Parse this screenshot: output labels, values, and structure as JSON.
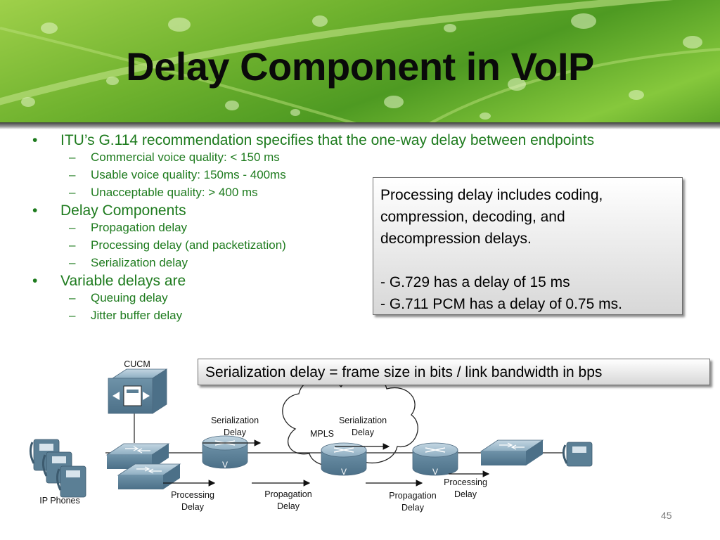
{
  "slide": {
    "title": "Delay Component in VoIP",
    "page_number": "45"
  },
  "bullets": [
    {
      "text": "ITU’s G.114 recommendation specifies that the one-way delay between endpoints",
      "subitems": [
        "Commercial voice quality: < 150 ms",
        "Usable voice quality:  150ms - 400ms",
        "Unacceptable quality: > 400 ms"
      ]
    },
    {
      "text": "Delay Components",
      "subitems": [
        "Propagation delay",
        "Processing delay (and packetization)",
        "Serialization delay"
      ]
    },
    {
      "text": "Variable delays are",
      "subitems": [
        "Queuing delay",
        "Jitter buffer delay"
      ]
    }
  ],
  "callouts": {
    "processing": {
      "lines_a": [
        "Processing delay includes coding,",
        "compression, decoding, and",
        "decompression delays."
      ],
      "lines_b": [
        "- G.729 has a delay of 15 ms",
        "- G.711 PCM has a delay of 0.75 ms."
      ]
    },
    "serialization": "Serialization delay = frame size in bits / link bandwidth in bps"
  },
  "diagram": {
    "labels": {
      "cucm": "CUCM",
      "ip_phones": "IP Phones",
      "mpls": "MPLS",
      "serialization_1_l1": "Serialization",
      "serialization_1_l2": "Delay",
      "serialization_2_l1": "Serialization",
      "serialization_2_l2": "Delay",
      "processing_1_l1": "Processing",
      "processing_1_l2": "Delay",
      "propagation_1_l1": "Propagation",
      "propagation_1_l2": "Delay",
      "propagation_2_l1": "Propagation",
      "propagation_2_l2": "Delay",
      "processing_2_l1": "Processing",
      "processing_2_l2": "Delay"
    }
  },
  "colors": {
    "bullet_text": "#1e7b1e",
    "title_text": "#0a0a0a",
    "device_blue": "#5b7f95"
  }
}
